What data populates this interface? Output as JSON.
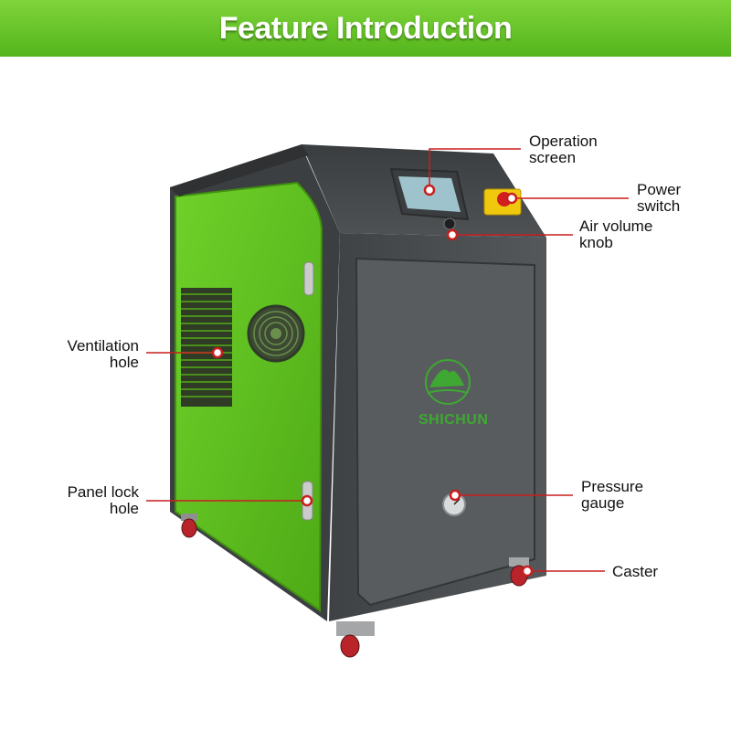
{
  "banner": {
    "title": "Feature Introduction",
    "color_start": "#7fd43a",
    "color_end": "#54b51c"
  },
  "product": {
    "brand": "SHICHUN",
    "body_color": "#4a4d4f",
    "panel_color": "#5bc21c",
    "callout_line_color": "#c81e1e"
  },
  "callouts": {
    "operation_screen": [
      "Operation",
      "screen"
    ],
    "power_switch": [
      "Power",
      "switch"
    ],
    "air_volume_knob": [
      "Air volume",
      "knob"
    ],
    "ventilation_hole": [
      "Ventilation",
      "hole"
    ],
    "panel_lock_hole": [
      "Panel lock",
      "hole"
    ],
    "pressure_gauge": [
      "Pressure",
      "gauge"
    ],
    "caster": [
      "Caster"
    ]
  }
}
